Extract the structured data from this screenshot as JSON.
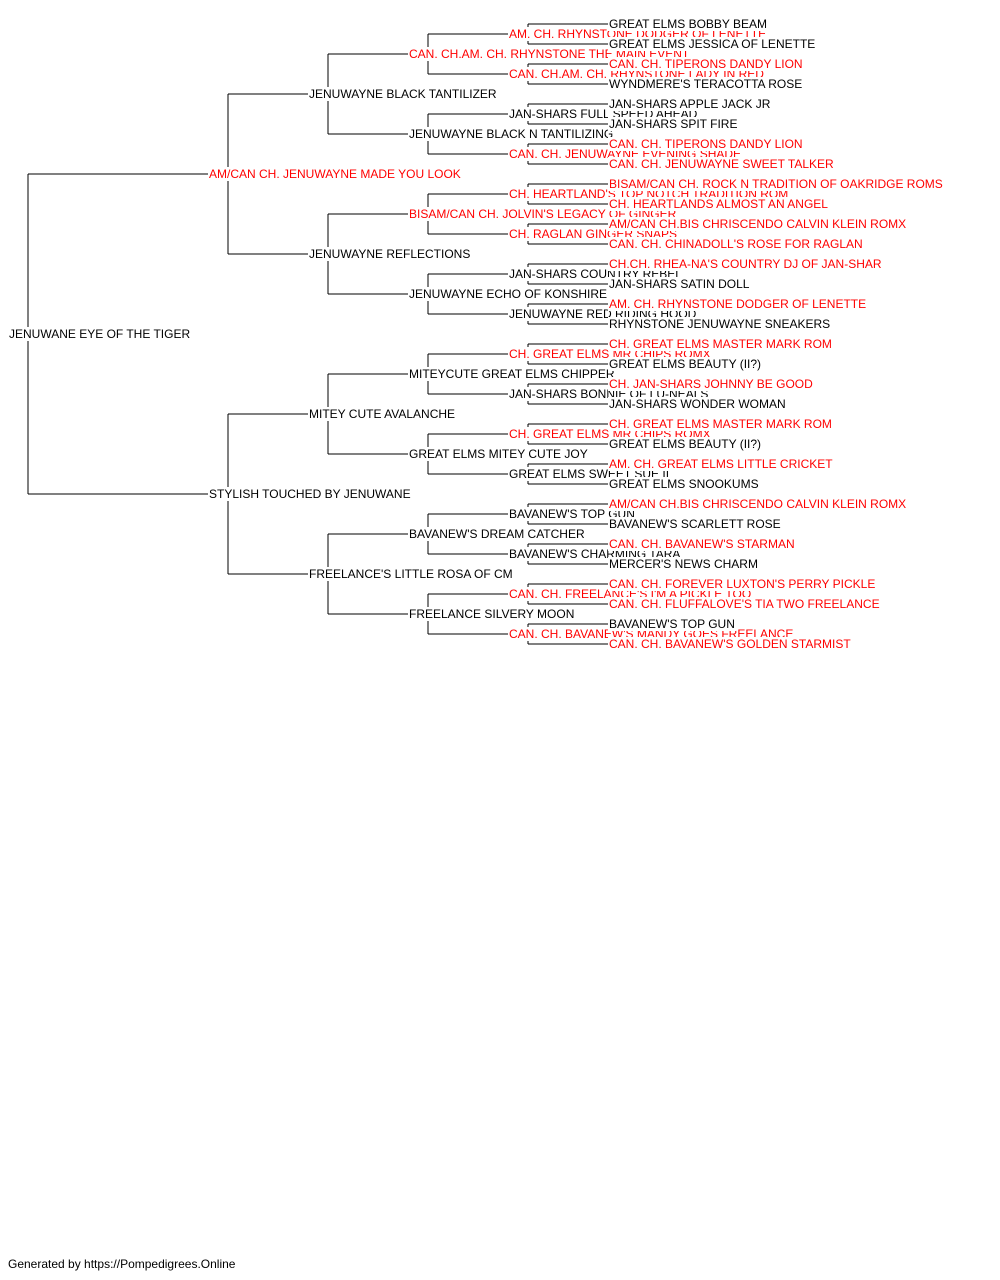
{
  "colors": {
    "champion": "#ff0000",
    "normal": "#000000",
    "line": "#000000"
  },
  "dog": {
    "name": "JENUWANE EYE OF THE TIGER",
    "champion": false,
    "sire": {
      "name": "AM/CAN CH. JENUWAYNE MADE YOU LOOK",
      "champion": true,
      "sire": {
        "name": "JENUWAYNE BLACK TANTILIZER",
        "champion": false,
        "sire": {
          "name": "CAN. CH.AM. CH. RHYNSTONE THE MAIN EVENT",
          "champion": true,
          "sire": {
            "name": "AM. CH. RHYNSTONE DODGER OF LENETTE",
            "champion": true,
            "sire": {
              "name": "GREAT ELMS BOBBY BEAM",
              "champion": false
            },
            "dam": {
              "name": "GREAT ELMS JESSICA OF LENETTE",
              "champion": false
            }
          },
          "dam": {
            "name": "CAN. CH.AM. CH. RHYNSTONE LADY IN RED",
            "champion": true,
            "sire": {
              "name": "CAN. CH. TIPERONS DANDY LION",
              "champion": true
            },
            "dam": {
              "name": "WYNDMERE'S TERACOTTA ROSE",
              "champion": false
            }
          }
        },
        "dam": {
          "name": "JENUWAYNE BLACK N TANTILIZING",
          "champion": false,
          "sire": {
            "name": "JAN-SHARS FULL SPEED AHEAD",
            "champion": false,
            "sire": {
              "name": "JAN-SHARS APPLE JACK JR",
              "champion": false
            },
            "dam": {
              "name": "JAN-SHARS SPIT FIRE",
              "champion": false
            }
          },
          "dam": {
            "name": "CAN. CH. JENUWAYNE EVENING SHADE",
            "champion": true,
            "sire": {
              "name": "CAN. CH. TIPERONS DANDY LION",
              "champion": true
            },
            "dam": {
              "name": "CAN. CH. JENUWAYNE SWEET TALKER",
              "champion": true
            }
          }
        }
      },
      "dam": {
        "name": "JENUWAYNE REFLECTIONS",
        "champion": false,
        "sire": {
          "name": "BISAM/CAN CH. JOLVIN'S LEGACY OF GINGER",
          "champion": true,
          "sire": {
            "name": "CH. HEARTLAND'S TOP NOTCH TRADITION ROM",
            "champion": true,
            "sire": {
              "name": "BISAM/CAN CH. ROCK N TRADITION OF OAKRIDGE ROMS",
              "champion": true
            },
            "dam": {
              "name": "CH. HEARTLANDS ALMOST AN ANGEL",
              "champion": true
            }
          },
          "dam": {
            "name": "CH. RAGLAN GINGER SNAPS",
            "champion": true,
            "sire": {
              "name": "AM/CAN CH.BIS CHRISCENDO CALVIN KLEIN ROMX",
              "champion": true
            },
            "dam": {
              "name": "CAN. CH. CHINADOLL'S ROSE FOR RAGLAN",
              "champion": true
            }
          }
        },
        "dam": {
          "name": "JENUWAYNE ECHO OF KONSHIRE",
          "champion": false,
          "sire": {
            "name": "JAN-SHARS COUNTRY REBEL",
            "champion": false,
            "sire": {
              "name": "CH.CH. RHEA-NA'S COUNTRY DJ OF JAN-SHAR",
              "champion": true
            },
            "dam": {
              "name": "JAN-SHARS SATIN DOLL",
              "champion": false
            }
          },
          "dam": {
            "name": "JENUWAYNE RED RIDING HOOD",
            "champion": false,
            "sire": {
              "name": "AM. CH. RHYNSTONE DODGER OF LENETTE",
              "champion": true
            },
            "dam": {
              "name": "RHYNSTONE JENUWAYNE SNEAKERS",
              "champion": false
            }
          }
        }
      }
    },
    "dam": {
      "name": "STYLISH TOUCHED BY JENUWANE",
      "champion": false,
      "sire": {
        "name": "MITEY CUTE AVALANCHE",
        "champion": false,
        "sire": {
          "name": "MITEYCUTE GREAT ELMS CHIPPER",
          "champion": false,
          "sire": {
            "name": "CH. GREAT ELMS MR CHIPS ROMX",
            "champion": true,
            "sire": {
              "name": "CH. GREAT ELMS MASTER MARK ROM",
              "champion": true
            },
            "dam": {
              "name": "GREAT ELMS BEAUTY (II?)",
              "champion": false
            }
          },
          "dam": {
            "name": "JAN-SHARS BONNIE OF LU-NEALS",
            "champion": false,
            "sire": {
              "name": "CH. JAN-SHARS JOHNNY BE GOOD",
              "champion": true
            },
            "dam": {
              "name": "JAN-SHARS WONDER WOMAN",
              "champion": false
            }
          }
        },
        "dam": {
          "name": "GREAT ELMS MITEY CUTE JOY",
          "champion": false,
          "sire": {
            "name": "CH. GREAT ELMS MR CHIPS ROMX",
            "champion": true,
            "sire": {
              "name": "CH. GREAT ELMS MASTER MARK ROM",
              "champion": true
            },
            "dam": {
              "name": "GREAT ELMS BEAUTY (II?)",
              "champion": false
            }
          },
          "dam": {
            "name": "GREAT ELMS SWEET SUE II",
            "champion": false,
            "sire": {
              "name": "AM. CH. GREAT ELMS LITTLE CRICKET",
              "champion": true
            },
            "dam": {
              "name": "GREAT ELMS SNOOKUMS",
              "champion": false
            }
          }
        }
      },
      "dam": {
        "name": "FREELANCE'S LITTLE ROSA OF CM",
        "champion": false,
        "sire": {
          "name": "BAVANEW'S DREAM CATCHER",
          "champion": false,
          "sire": {
            "name": "BAVANEW'S TOP GUN",
            "champion": false,
            "sire": {
              "name": "AM/CAN CH.BIS CHRISCENDO CALVIN KLEIN ROMX",
              "champion": true
            },
            "dam": {
              "name": "BAVANEW'S SCARLETT ROSE",
              "champion": false
            }
          },
          "dam": {
            "name": "BAVANEW'S CHARMING TARA",
            "champion": false,
            "sire": {
              "name": "CAN. CH. BAVANEW'S STARMAN",
              "champion": true
            },
            "dam": {
              "name": "MERCER'S NEWS CHARM",
              "champion": false
            }
          }
        },
        "dam": {
          "name": "FREELANCE SILVERY MOON",
          "champion": false,
          "sire": {
            "name": "CAN. CH. FREELANCE'S I'M A PICKLE TOO",
            "champion": true,
            "sire": {
              "name": "CAN. CH. FOREVER LUXTON'S PERRY PICKLE",
              "champion": true
            },
            "dam": {
              "name": "CAN. CH. FLUFFALOVE'S TIA TWO FREELANCE",
              "champion": true
            }
          },
          "dam": {
            "name": "CAN. CH. BAVANEW'S MANDY GOES FREELANCE",
            "champion": true,
            "sire": {
              "name": "BAVANEW'S TOP GUN",
              "champion": false
            },
            "dam": {
              "name": "CAN. CH. BAVANEW'S GOLDEN STARMIST",
              "champion": true
            }
          }
        }
      }
    }
  },
  "footer": "Generated by https://Pompedigrees.Online"
}
